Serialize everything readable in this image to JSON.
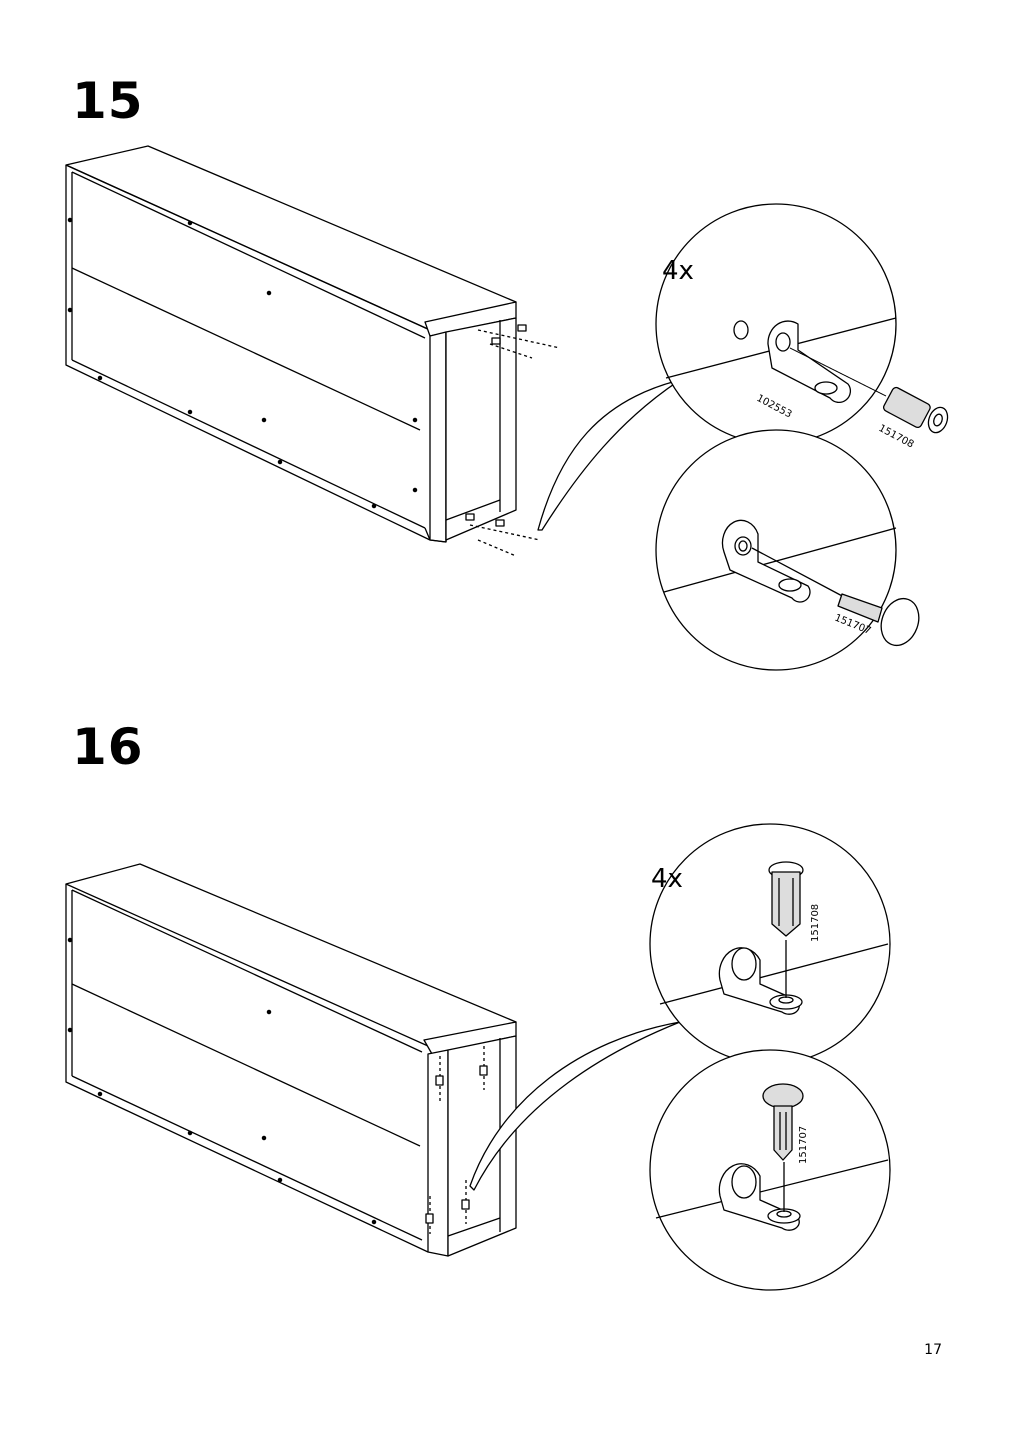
{
  "steps": [
    {
      "number": "15",
      "quantity": "4x",
      "parts": {
        "bracket": "102553",
        "plug_top": "151708",
        "plug_bottom": "151707"
      }
    },
    {
      "number": "16",
      "quantity": "4x",
      "parts": {
        "plug_top": "151708",
        "plug_bottom": "151707"
      }
    }
  ],
  "page_number": "17"
}
